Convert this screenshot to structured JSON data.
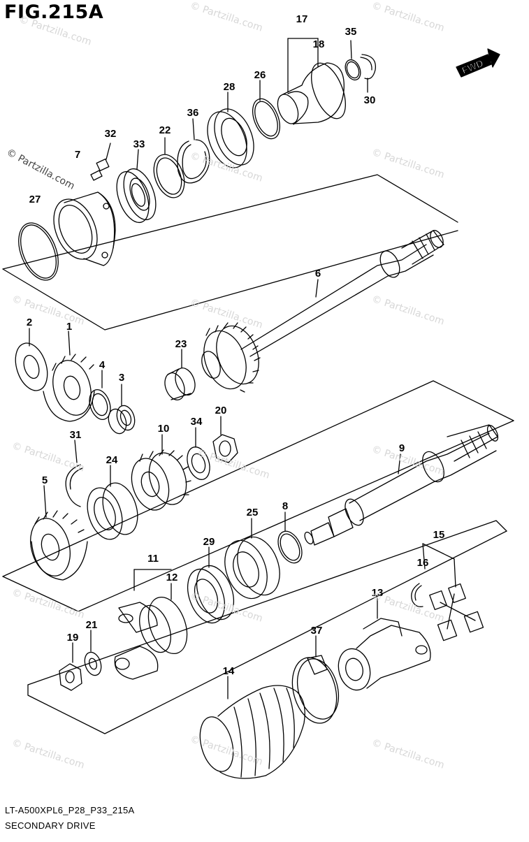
{
  "figure": {
    "title": "FIG.215A",
    "model_code": "LT-A500XPL6_P28_P33_215A",
    "caption": "SECONDARY DRIVE",
    "fwd_label": "FWD"
  },
  "watermark": "© Partzilla.com",
  "callouts": [
    "1",
    "2",
    "3",
    "4",
    "5",
    "6",
    "7",
    "8",
    "9",
    "10",
    "11",
    "12",
    "13",
    "14",
    "15",
    "16",
    "17",
    "18",
    "19",
    "20",
    "21",
    "22",
    "23",
    "24",
    "25",
    "26",
    "27",
    "28",
    "29",
    "30",
    "31",
    "32",
    "33",
    "34",
    "35",
    "36",
    "37"
  ]
}
